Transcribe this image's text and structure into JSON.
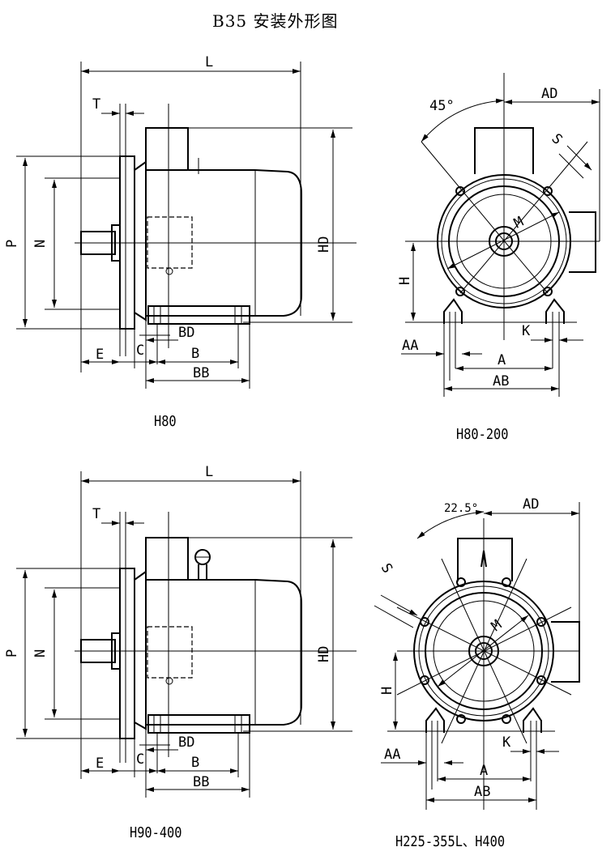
{
  "title": "B35 安装外形图",
  "views": {
    "side_top": {
      "caption": "H80",
      "labels": {
        "L": "L",
        "T": "T",
        "P": "P",
        "N": "N",
        "HD": "HD",
        "BD": "BD",
        "E": "E",
        "C": "C",
        "B": "B",
        "BB": "BB"
      }
    },
    "front_top": {
      "caption": "H80-200",
      "labels": {
        "angle": "45°",
        "AD": "AD",
        "S": "S",
        "M": "M",
        "H": "H",
        "AA": "AA",
        "K": "K",
        "A": "A",
        "AB": "AB"
      }
    },
    "side_bottom": {
      "caption": "H90-400",
      "labels": {
        "L": "L",
        "T": "T",
        "P": "P",
        "N": "N",
        "HD": "HD",
        "BD": "BD",
        "E": "E",
        "C": "C",
        "B": "B",
        "BB": "BB"
      }
    },
    "front_bottom": {
      "caption": "H225-355L、H400",
      "labels": {
        "angle": "22.5°",
        "AD": "AD",
        "S": "S",
        "M": "M",
        "H": "H",
        "AA": "AA",
        "K": "K",
        "A": "A",
        "AB": "AB"
      }
    }
  }
}
